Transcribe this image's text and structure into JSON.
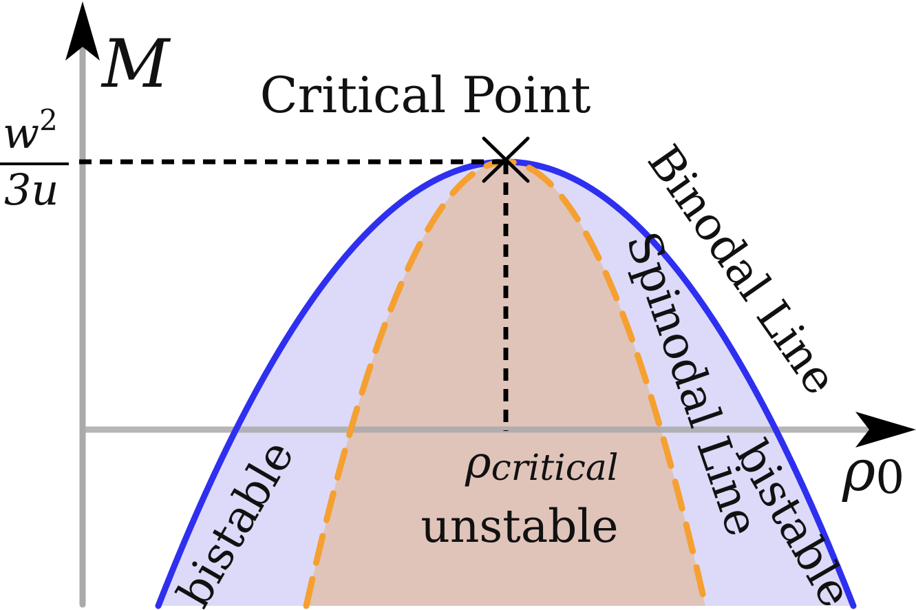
{
  "diagram": {
    "axis_y_label": "M",
    "axis_x_label": "ρ",
    "axis_x_subscript": "0",
    "critical_point_label": "Critical Point",
    "y_tick_numerator": "w",
    "y_tick_numerator_exp": "2",
    "y_tick_denominator": "3u",
    "x_tick_label": "ρ",
    "x_tick_subscript": "critical",
    "binodal_label": "Binodal Line",
    "spinodal_label": "Spinodal Line",
    "region_center_label": "unstable",
    "region_left_label": "bistable",
    "region_right_label": "bistable",
    "colors": {
      "binodal": "#2f2ff0",
      "binodal_fill": "#dcdaf8",
      "spinodal": "#f5a030",
      "spinodal_fill": "#e0c4ba",
      "axis": "#aaaaaa",
      "guide": "#000000"
    }
  }
}
